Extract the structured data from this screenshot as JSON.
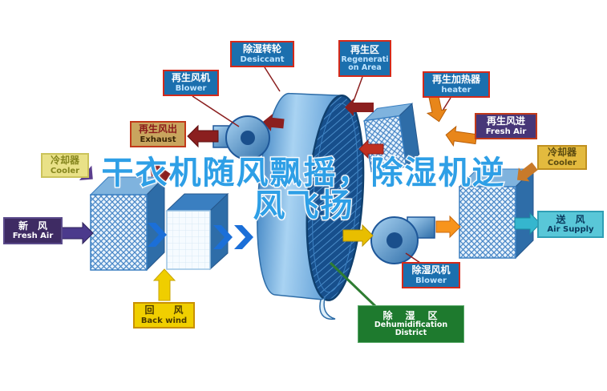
{
  "title": {
    "line1": "干衣机随风飘摇，除湿机逆",
    "line2": "风飞扬"
  },
  "labels": {
    "blower_top": {
      "zh": "再生风机",
      "en": "Blower"
    },
    "desiccant": {
      "zh": "除湿转轮",
      "en": "Desiccant"
    },
    "regeneration": {
      "zh": "再生区",
      "en_line1": "Regenerati",
      "en_line2": "on Area"
    },
    "heater": {
      "zh": "再生加热器",
      "en": "heater"
    },
    "exhaust": {
      "zh": "再生风出",
      "en": "Exhaust"
    },
    "fresh_air_regen": {
      "zh": "再生风进",
      "en": "Fresh Air"
    },
    "cooler_left": {
      "zh": "冷却器",
      "en": "Cooler"
    },
    "cooler_right": {
      "zh": "冷却器",
      "en": "Cooler"
    },
    "fresh_air_left": {
      "zh": "新　风",
      "en": "Fresh Air"
    },
    "air_supply": {
      "zh": "送　风",
      "en": "Air Supply"
    },
    "back_wind": {
      "zh": "回　　风",
      "en": "Back wind"
    },
    "blower_bottom": {
      "zh": "除湿风机",
      "en": "Blower"
    },
    "dehumid": {
      "zh": "除　湿　区",
      "en_line1": "Dehumidification",
      "en_line2": "District"
    }
  },
  "colors": {
    "title_blue": "#2E9FE6",
    "label_blue": "#1B6FAE",
    "label_border_red": "#D42A1A",
    "green_label": "#1E7A2E",
    "drum_dark": "#174F8C",
    "drum_light": "#9CCBEE",
    "arrow_yellow": "#EFCE00",
    "arrow_orange": "#F7941D",
    "arrow_maroon": "#8B1F1F",
    "arrow_purple": "#4B3A8C",
    "arrow_blue": "#1B6FD8",
    "arrow_cyan": "#35B6CE"
  }
}
